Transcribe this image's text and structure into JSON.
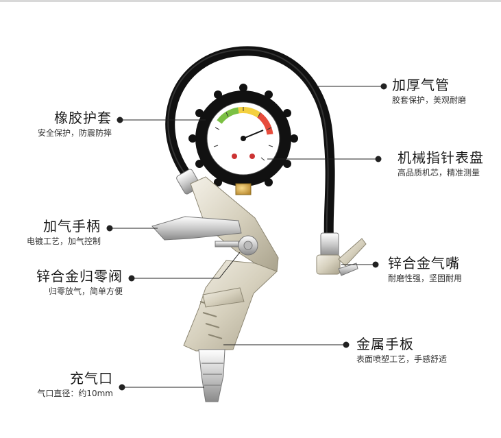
{
  "callouts": {
    "hose": {
      "title": "加厚气管",
      "subtitle": "胶套保护，美观耐磨"
    },
    "rubber_cover": {
      "title": "橡胶护套",
      "subtitle": "安全保护，防震防摔"
    },
    "gauge": {
      "title": "机械指针表盘",
      "subtitle": "高品质机芯，精准测量"
    },
    "trigger": {
      "title": "加气手柄",
      "subtitle": "电镀工艺，加气控制"
    },
    "nozzle": {
      "title": "锌合金气嘴",
      "subtitle": "耐磨性强，坚固耐用"
    },
    "valve": {
      "title": "锌合金归零阀",
      "subtitle": "归零放气，简单方便"
    },
    "handle": {
      "title": "金属手板",
      "subtitle": "表面喷塑工艺，手感舒适"
    },
    "inlet": {
      "title": "充气口",
      "subtitle": "气口直径：约10mm"
    }
  },
  "colors": {
    "line": "#222222",
    "metal": "#d9d4c4",
    "hose": "#111111",
    "gauge_green": "#7bc043",
    "gauge_yellow": "#f4d03f",
    "gauge_red": "#e74c3c"
  }
}
